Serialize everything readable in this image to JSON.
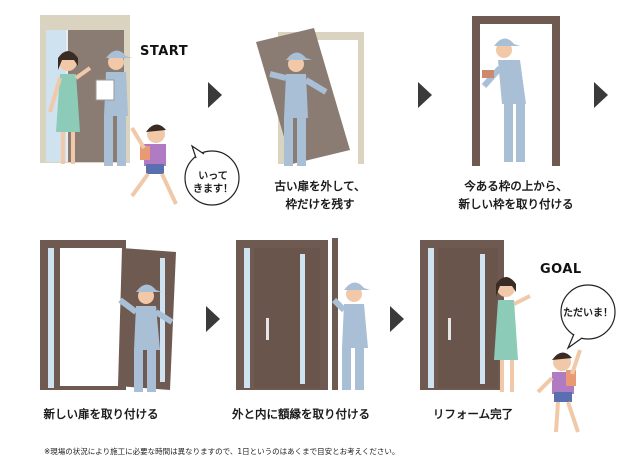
{
  "steps": [
    {
      "start_label": "START",
      "speech": [
        "いって",
        "きます！"
      ]
    },
    {
      "caption": [
        "古い扉を外して、",
        "枠だけを残す"
      ]
    },
    {
      "caption": [
        "今ある枠の上から、",
        "新しい枠を取り付ける"
      ]
    },
    {
      "caption": [
        "新しい扉を取り付ける"
      ]
    },
    {
      "caption": [
        "外と内に額縁を取り付ける"
      ]
    },
    {
      "caption": [
        "リフォーム完了"
      ],
      "goal_label": "GOAL",
      "speech": [
        "ただいま！"
      ]
    }
  ],
  "footnote": "※現場の状況により施工に必要な時間は異なりますので、1日というのはあくまで目安とお考えください。",
  "colors": {
    "door_brown": "#6f5a52",
    "old_door": "#8a7b73",
    "frame_beige": "#d9d3bf",
    "worker_blue": "#a9bfd6",
    "mother_green": "#8ccbb7",
    "arrow": "#3a3a3a",
    "glass": "#cfe2f0"
  }
}
